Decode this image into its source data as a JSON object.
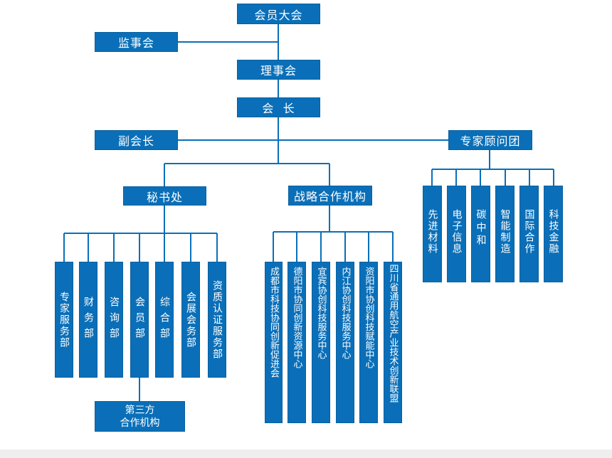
{
  "colors": {
    "box": "#0a6fb8",
    "line": "#0a6fb8",
    "text": "#ffffff"
  },
  "top": {
    "assembly": "会员大会",
    "supervisors": "监事会",
    "council": "理事会",
    "president": "会  长",
    "vice_president": "副会长",
    "expert_group": "专家顾问团"
  },
  "branches": {
    "secretariat": "秘书处",
    "strategic": "战略合作机构"
  },
  "secretariat_departments": [
    "专家服务部",
    "财务部",
    "咨询部",
    "会员部",
    "综合部",
    "会展会务部",
    "资质认证服务部"
  ],
  "third_party": "第三方\n合作机构",
  "strategic_centers": [
    "成都市科技协同创新促进会",
    "德阳市协同创新资源中心",
    "宜宾协创科技服务中心",
    "内江协创科技服务中心",
    "资阳市协创科技赋能中心",
    "四川省通用航空产业技术创新联盟"
  ],
  "expert_fields": [
    "先进材料",
    "电子信息",
    "碳中和",
    "智能制造",
    "国际合作",
    "科技金融"
  ]
}
